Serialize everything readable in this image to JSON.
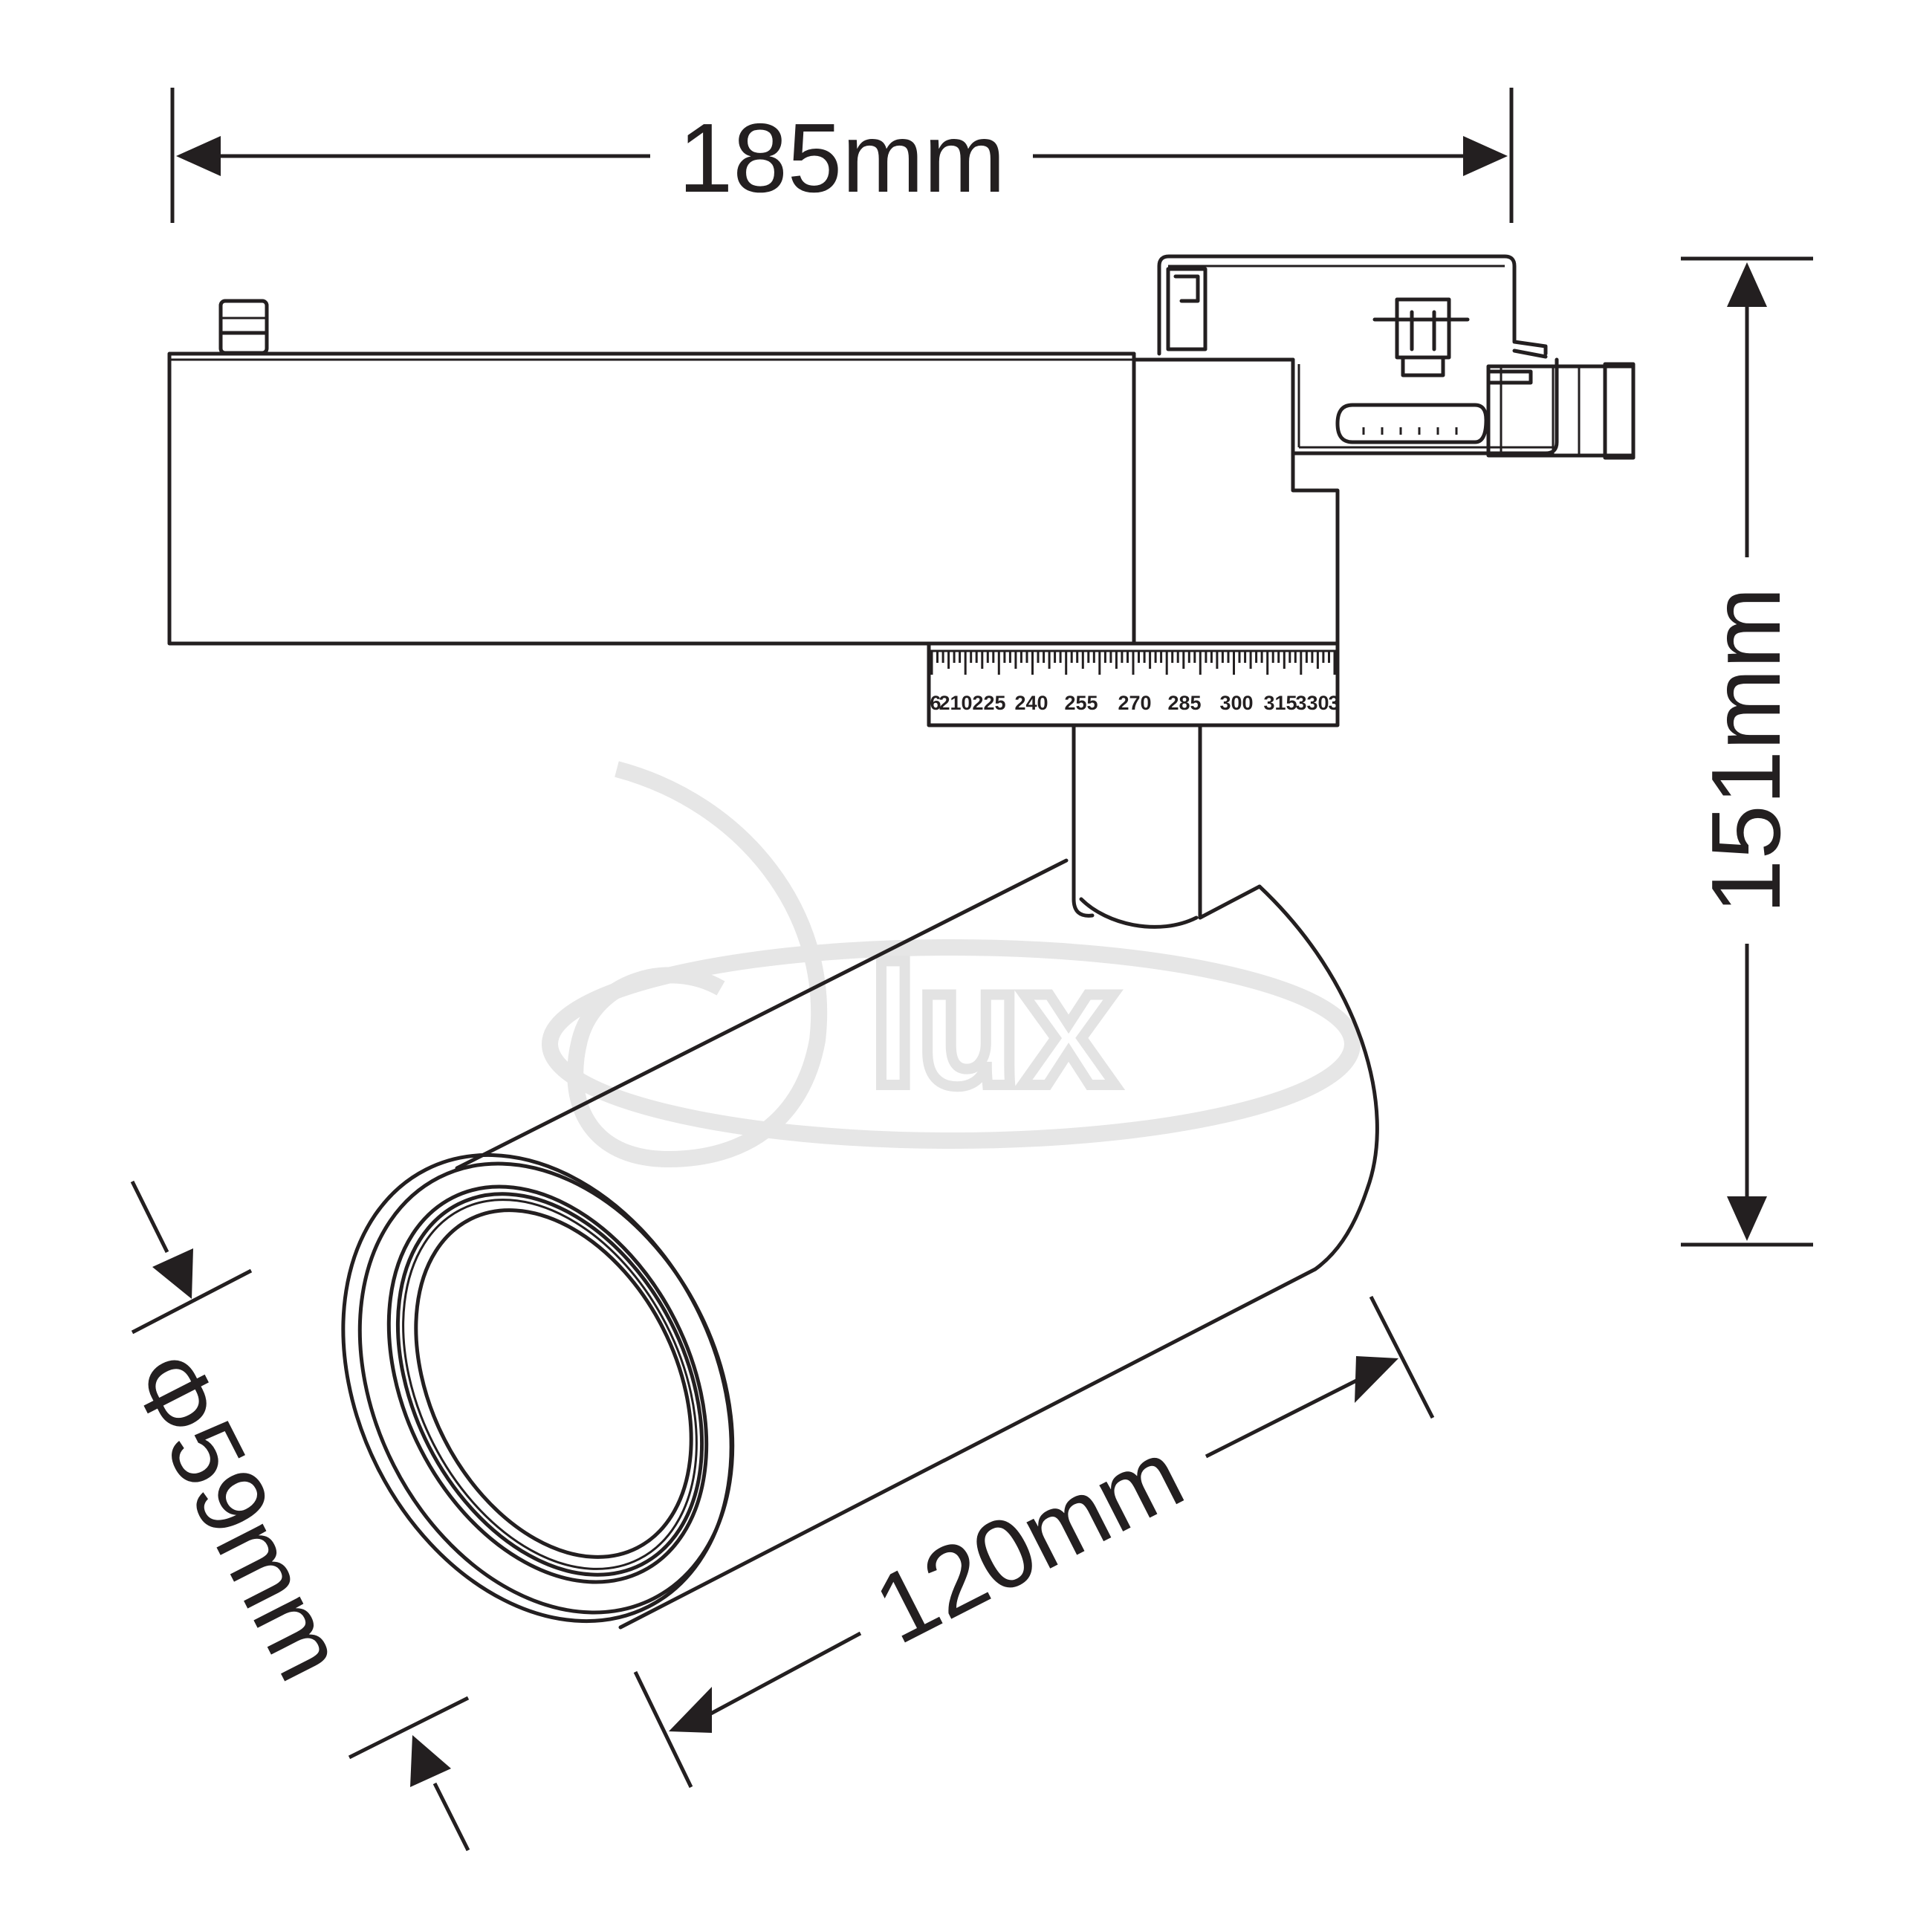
{
  "dimensions": {
    "width_label": "185mm",
    "height_label": "151mm",
    "length_label": "120mm",
    "diameter_label": "Φ59mm"
  },
  "rotation_scale": {
    "ticks": [
      "6",
      "210",
      "225",
      "240",
      "255",
      "270",
      "285",
      "300",
      "315",
      "330",
      "3"
    ]
  },
  "watermark": {
    "text": "lux"
  },
  "colors": {
    "line": "#231f20",
    "watermark": "#e6e6e6"
  }
}
